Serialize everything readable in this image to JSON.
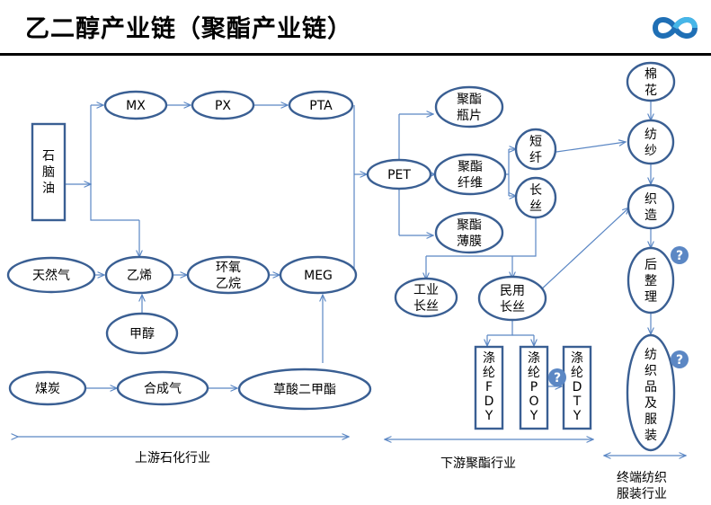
{
  "title": "乙二醇产业链（聚酯产业链）",
  "colors": {
    "node_stroke": "#3a5f93",
    "arrow": "#5b87c4",
    "help_badge": "#5b87c4"
  },
  "nodes": {
    "shinaoyou": "石脑油",
    "mx": "MX",
    "px": "PX",
    "pta": "PTA",
    "tianranqi": "天然气",
    "yixi": "乙烯",
    "huanyang": "环氧乙烷",
    "meg": "MEG",
    "jiachun": "甲醇",
    "meitan": "煤炭",
    "hechengqi": "合成气",
    "caosuan": "草酸二甲酯",
    "pet": "PET",
    "pingpian": "聚酯瓶片",
    "xianwei": "聚酯纤维",
    "bomo": "聚酯薄膜",
    "duanxian": "短纤",
    "changsi": "长丝",
    "gongye": "工业长丝",
    "minyong": "民用长丝",
    "fdy": "涤纶FDY",
    "poy": "涤纶POY",
    "dty": "涤纶DTY",
    "mianhua": "棉花",
    "fangsha": "纺纱",
    "zhizao": "织造",
    "houzhengli": "后整理",
    "fangzhipin": "纺织品及服装"
  },
  "sections": {
    "upstream": "上游石化行业",
    "downstream": "下游聚酯行业",
    "terminal": "终端纺织服装行业"
  },
  "help_icon": "?"
}
